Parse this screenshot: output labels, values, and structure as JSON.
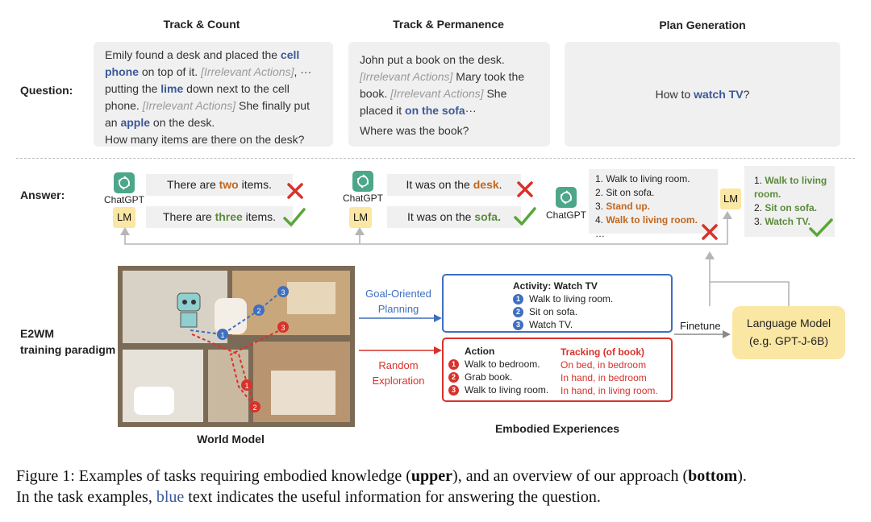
{
  "columns": {
    "track_count": "Track & Count",
    "track_permanence": "Track & Permanence",
    "plan_generation": "Plan Generation"
  },
  "labels": {
    "question": "Question:",
    "answer": "Answer:",
    "e2wm_line1": "E2WM",
    "e2wm_line2": "training paradigm",
    "world_model": "World Model",
    "embodied_experiences": "Embodied Experiences",
    "goal_oriented_1": "Goal-Oriented",
    "goal_oriented_2": "Planning",
    "random_1": "Random",
    "random_2": "Exploration",
    "finetune": "Finetune",
    "chatgpt": "ChatGPT",
    "lm": "LM"
  },
  "questions": {
    "q1": {
      "a": "Emily found a desk and placed the ",
      "b": "cell phone",
      "c": " on top of it. ",
      "d": "[Irrelevant Actions]",
      "e": ", ··· putting the ",
      "f": "lime",
      "g": " down next to the cell phone. ",
      "h": "[Irrelevant Actions]",
      "i": "  She finally put an ",
      "j": "apple",
      "k": " on the desk.",
      "question": "How many items are there on the desk?"
    },
    "q2": {
      "a": "John put a book on the desk. ",
      "b": "[Irrelevant Actions]",
      "c": " Mary took the book. ",
      "d": "[Irrelevant Actions]",
      "e": " She placed it ",
      "f": "on the sofa",
      "g": "···",
      "question": "Where was the book?"
    },
    "q3": {
      "a": "How to ",
      "b": "watch TV",
      "c": "?"
    }
  },
  "answers": {
    "a1_wrong": {
      "pre": "There are ",
      "key": "two",
      "post": " items."
    },
    "a1_right": {
      "pre": "There are ",
      "key": "three",
      "post": " items."
    },
    "a2_wrong": {
      "pre": "It was on the ",
      "key": "desk",
      "post": "."
    },
    "a2_right": {
      "pre": "It was on the ",
      "key": "sofa.",
      "post": ""
    },
    "plan_wrong": [
      "1. Walk to living room.",
      "2. Sit on sofa.",
      "3. ",
      "Stand up.",
      "4. ",
      "Walk to living room.",
      "…"
    ],
    "plan_right": [
      "1. ",
      "Walk to living room.",
      "2. ",
      "Sit on sofa.",
      "3. ",
      "Watch TV."
    ]
  },
  "activity": {
    "title": "Activity: Watch TV",
    "steps": [
      "Walk to living room.",
      "Sit on sofa.",
      "Watch TV."
    ],
    "nums": [
      "1",
      "2",
      "3"
    ]
  },
  "action": {
    "title": "Action",
    "steps": [
      "Walk to bedroom.",
      "Grab book.",
      "Walk to living room."
    ],
    "tracking_title": "Tracking (of book)",
    "tracking": [
      "On bed, in bedroom",
      "In hand, in bedroom",
      "In hand, in living room."
    ]
  },
  "language_model": {
    "line1": "Language Model",
    "line2": "(e.g. GPT-J-6B)"
  },
  "caption": {
    "line1_a": "Figure 1: Examples of tasks requiring embodied knowledge (",
    "line1_b": "upper",
    "line1_c": "), and an overview of our approach (",
    "line1_d": "bottom",
    "line1_e": ").",
    "line2_a": "In the task examples, ",
    "line2_b": "blue",
    "line2_c": " text indicates the useful information for answering the question."
  },
  "colors": {
    "blue": "#3b5998",
    "orange": "#c0671f",
    "green": "#5b8a3a",
    "red": "#d8322b",
    "lm_yellow": "#fbe7a4"
  }
}
